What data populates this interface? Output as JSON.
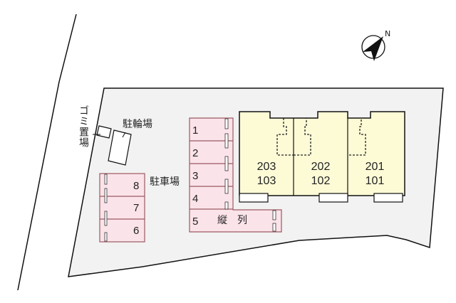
{
  "site_plan": {
    "compass": {
      "label": "N",
      "icon": "north-arrow-icon"
    },
    "labels": {
      "garbage": "ゴミ置場",
      "bicycle": "駐輪場",
      "parking": "駐車場",
      "tandem": "縦　列"
    },
    "parking_spaces": [
      {
        "number": "1"
      },
      {
        "number": "2"
      },
      {
        "number": "3"
      },
      {
        "number": "4"
      },
      {
        "number": "5"
      },
      {
        "number": "6"
      },
      {
        "number": "7"
      },
      {
        "number": "8"
      }
    ],
    "units": [
      {
        "upper": "203",
        "lower": "103"
      },
      {
        "upper": "202",
        "lower": "102"
      },
      {
        "upper": "201",
        "lower": "101"
      }
    ],
    "colors": {
      "site_fill": "#f2f2f2",
      "parking_fill": "#fbe3ea",
      "parking_stroke": "#9b5a62",
      "building_fill": "#fdfbd6",
      "outline": "#111111"
    }
  }
}
